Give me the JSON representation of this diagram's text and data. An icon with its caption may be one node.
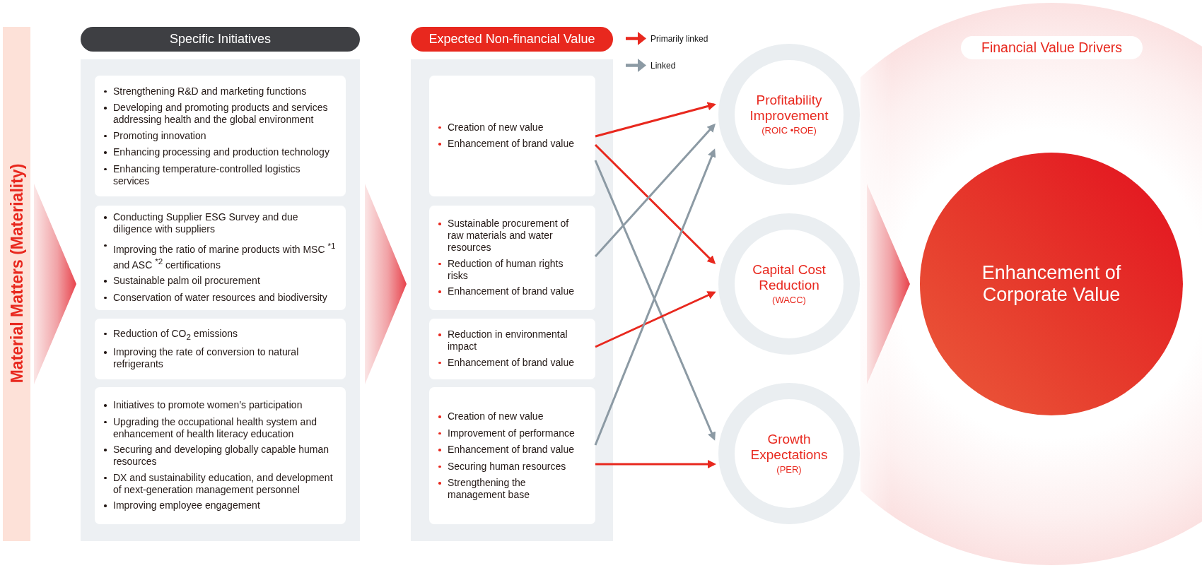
{
  "diagram": {
    "nodes": [
      {
        "text": [
          "Material Matters (Materiality)"
        ]
      },
      {
        "text": [
          "Specific Initiatives"
        ]
      },
      {
        "text": [
          "Strengthening R&D and marketing functions",
          "Developing and promoting products and services addressing health and the global environment",
          "Promoting innovation",
          "Enhancing processing and production technology",
          "Enhancing temperature-controlled logistics services"
        ],
        "in": 1
      },
      {
        "text": [
          "Conducting Supplier ESG Survey and due diligence with suppliers",
          "Improving the ratio of marine products with MSC $^{*1}$ and ASC $^{*2}$ certifications",
          "Sustainable palm oil procurement",
          "Conservation of water resources and biodiversity"
        ],
        "in": 1
      },
      {
        "text": [
          "Reduction of CO$_{2}$ emissions",
          "Improving the rate of conversion to natural refrigerants"
        ],
        "in": 1
      },
      {
        "text": [
          "Initiatives to promote women’s participation",
          "Upgrading the occupational health system and enhancement of health literacy education",
          "Securing and developing globally capable human resources",
          "DX and sustainability education, and development of next-generation management personnel",
          "Improving employee engagement"
        ],
        "in": 1
      },
      {
        "text": [
          "Expected Non-financial Value"
        ]
      },
      {
        "text": [
          "Creation of new value",
          "Enhancement of brand value"
        ],
        "in": 6
      },
      {
        "text": [
          "Sustainable procurement of raw materials and water resources",
          "Reduction of human rights risks",
          "Enhancement of brand value"
        ],
        "in": 6
      },
      {
        "text": [
          "Reduction in environmental impact",
          "Enhancement of brand value"
        ],
        "in": 6
      },
      {
        "text": [
          "Creation of new value",
          "Improvement of performance",
          "Enhancement of brand value",
          "Securing human resources",
          "Strengthening the management base"
        ],
        "in": 6
      },
      {
        "text": [
          "Profitability Improvement",
          "(ROIC •ROE)"
        ]
      },
      {
        "text": [
          "Capital Cost Reduction",
          "(WACC)"
        ]
      },
      {
        "text": [
          "Growth Expectations",
          "(PER)"
        ]
      },
      {
        "text": [
          "Financial Value Drivers"
        ]
      },
      {
        "text": [
          "Enhancement of Corporate Value"
        ],
        "in": 14
      }
    ],
    "edges": [
      {
        "from": 0,
        "to": 1,
        "arrow": "to",
        "style": "thick"
      },
      {
        "from": 1,
        "to": 6,
        "arrow": "to",
        "style": "thick"
      },
      {
        "from": 7,
        "to": 11,
        "arrow": "to"
      },
      {
        "from": 7,
        "to": 12,
        "arrow": "to"
      },
      {
        "from": 7,
        "to": 13,
        "arrow": "to",
        "color": "#8c9aa4"
      },
      {
        "from": 8,
        "to": 11,
        "arrow": "to",
        "color": "#8c9aa4"
      },
      {
        "from": 9,
        "to": 12,
        "arrow": "to"
      },
      {
        "from": 10,
        "to": 11,
        "arrow": "to",
        "color": "#8c9aa4"
      },
      {
        "from": 10,
        "to": 13,
        "arrow": "to"
      },
      {
        "from": 12,
        "to": 15,
        "arrow": "to",
        "style": "thick"
      }
    ],
    "legend": [
      {
        "text": "Primarily linked"
      },
      {
        "text": "Linked"
      }
    ]
  }
}
